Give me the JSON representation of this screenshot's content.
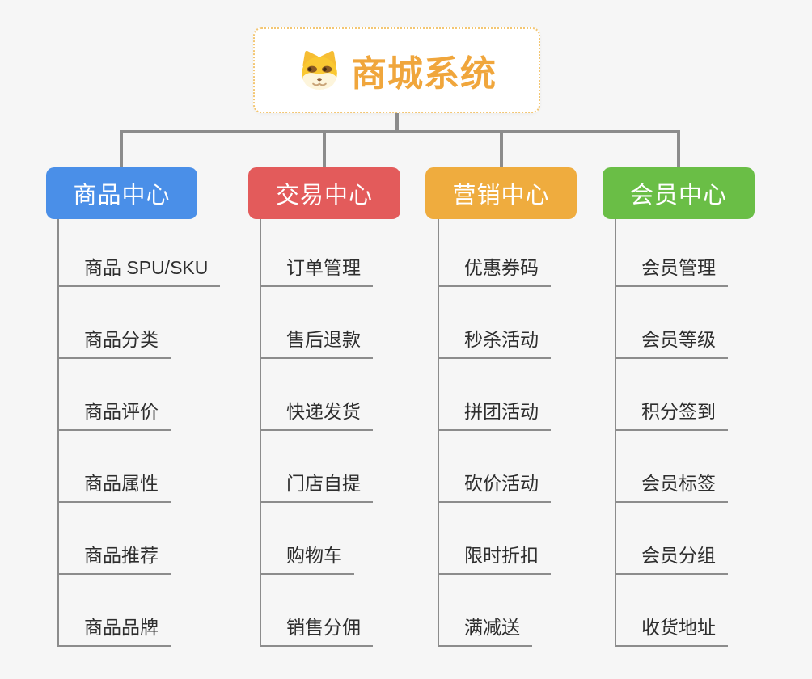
{
  "root": {
    "title": "商城系统",
    "icon": "dog-face-icon"
  },
  "branches": [
    {
      "label": "商品中心",
      "color": "#4a8fe8",
      "children": [
        "商品 SPU/SKU",
        "商品分类",
        "商品评价",
        "商品属性",
        "商品推荐",
        "商品品牌"
      ]
    },
    {
      "label": "交易中心",
      "color": "#e35b5b",
      "children": [
        "订单管理",
        "售后退款",
        "快递发货",
        "门店自提",
        "购物车",
        "销售分佣"
      ]
    },
    {
      "label": "营销中心",
      "color": "#efac3e",
      "children": [
        "优惠券码",
        "秒杀活动",
        "拼团活动",
        "砍价活动",
        "限时折扣",
        "满减送"
      ]
    },
    {
      "label": "会员中心",
      "color": "#6abe46",
      "children": [
        "会员管理",
        "会员等级",
        "积分签到",
        "会员标签",
        "会员分组",
        "收货地址"
      ]
    }
  ],
  "style": {
    "background": "#f6f6f6",
    "connector_color": "#8c8c8c",
    "root_text_color": "#f0a63c",
    "root_border_color": "#f3c672",
    "leaf_text_color": "#2e2e2e"
  }
}
